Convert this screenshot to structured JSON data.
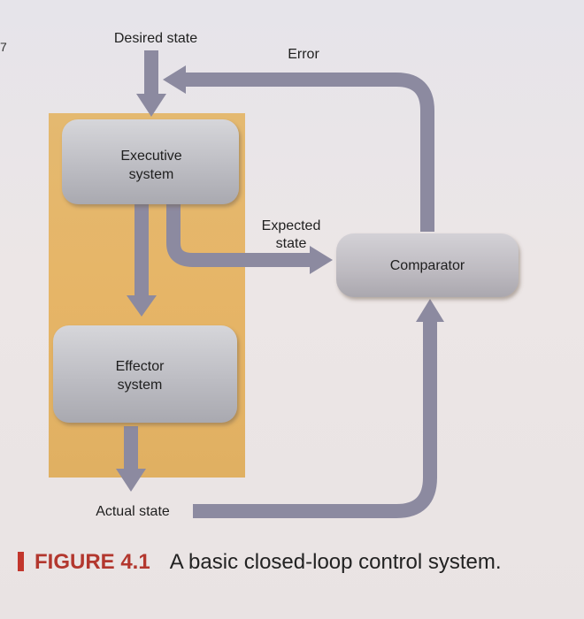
{
  "diagram": {
    "nodes": {
      "executive": {
        "label_line1": "Executive",
        "label_line2": "system"
      },
      "effector": {
        "label_line1": "Effector",
        "label_line2": "system"
      },
      "comparator": {
        "label": "Comparator"
      }
    },
    "edges": {
      "desired_state": "Desired state",
      "error": "Error",
      "expected_state_line1": "Expected",
      "expected_state_line2": "state",
      "actual_state": "Actual state"
    }
  },
  "caption": {
    "label": "FIGURE 4.1",
    "text": "A basic closed-loop control system."
  },
  "colors": {
    "highlight_region": "#e3b46a",
    "box_fill": "#bcbcc2",
    "arrow": "#8c8aa0",
    "caption_accent": "#b3372e"
  }
}
